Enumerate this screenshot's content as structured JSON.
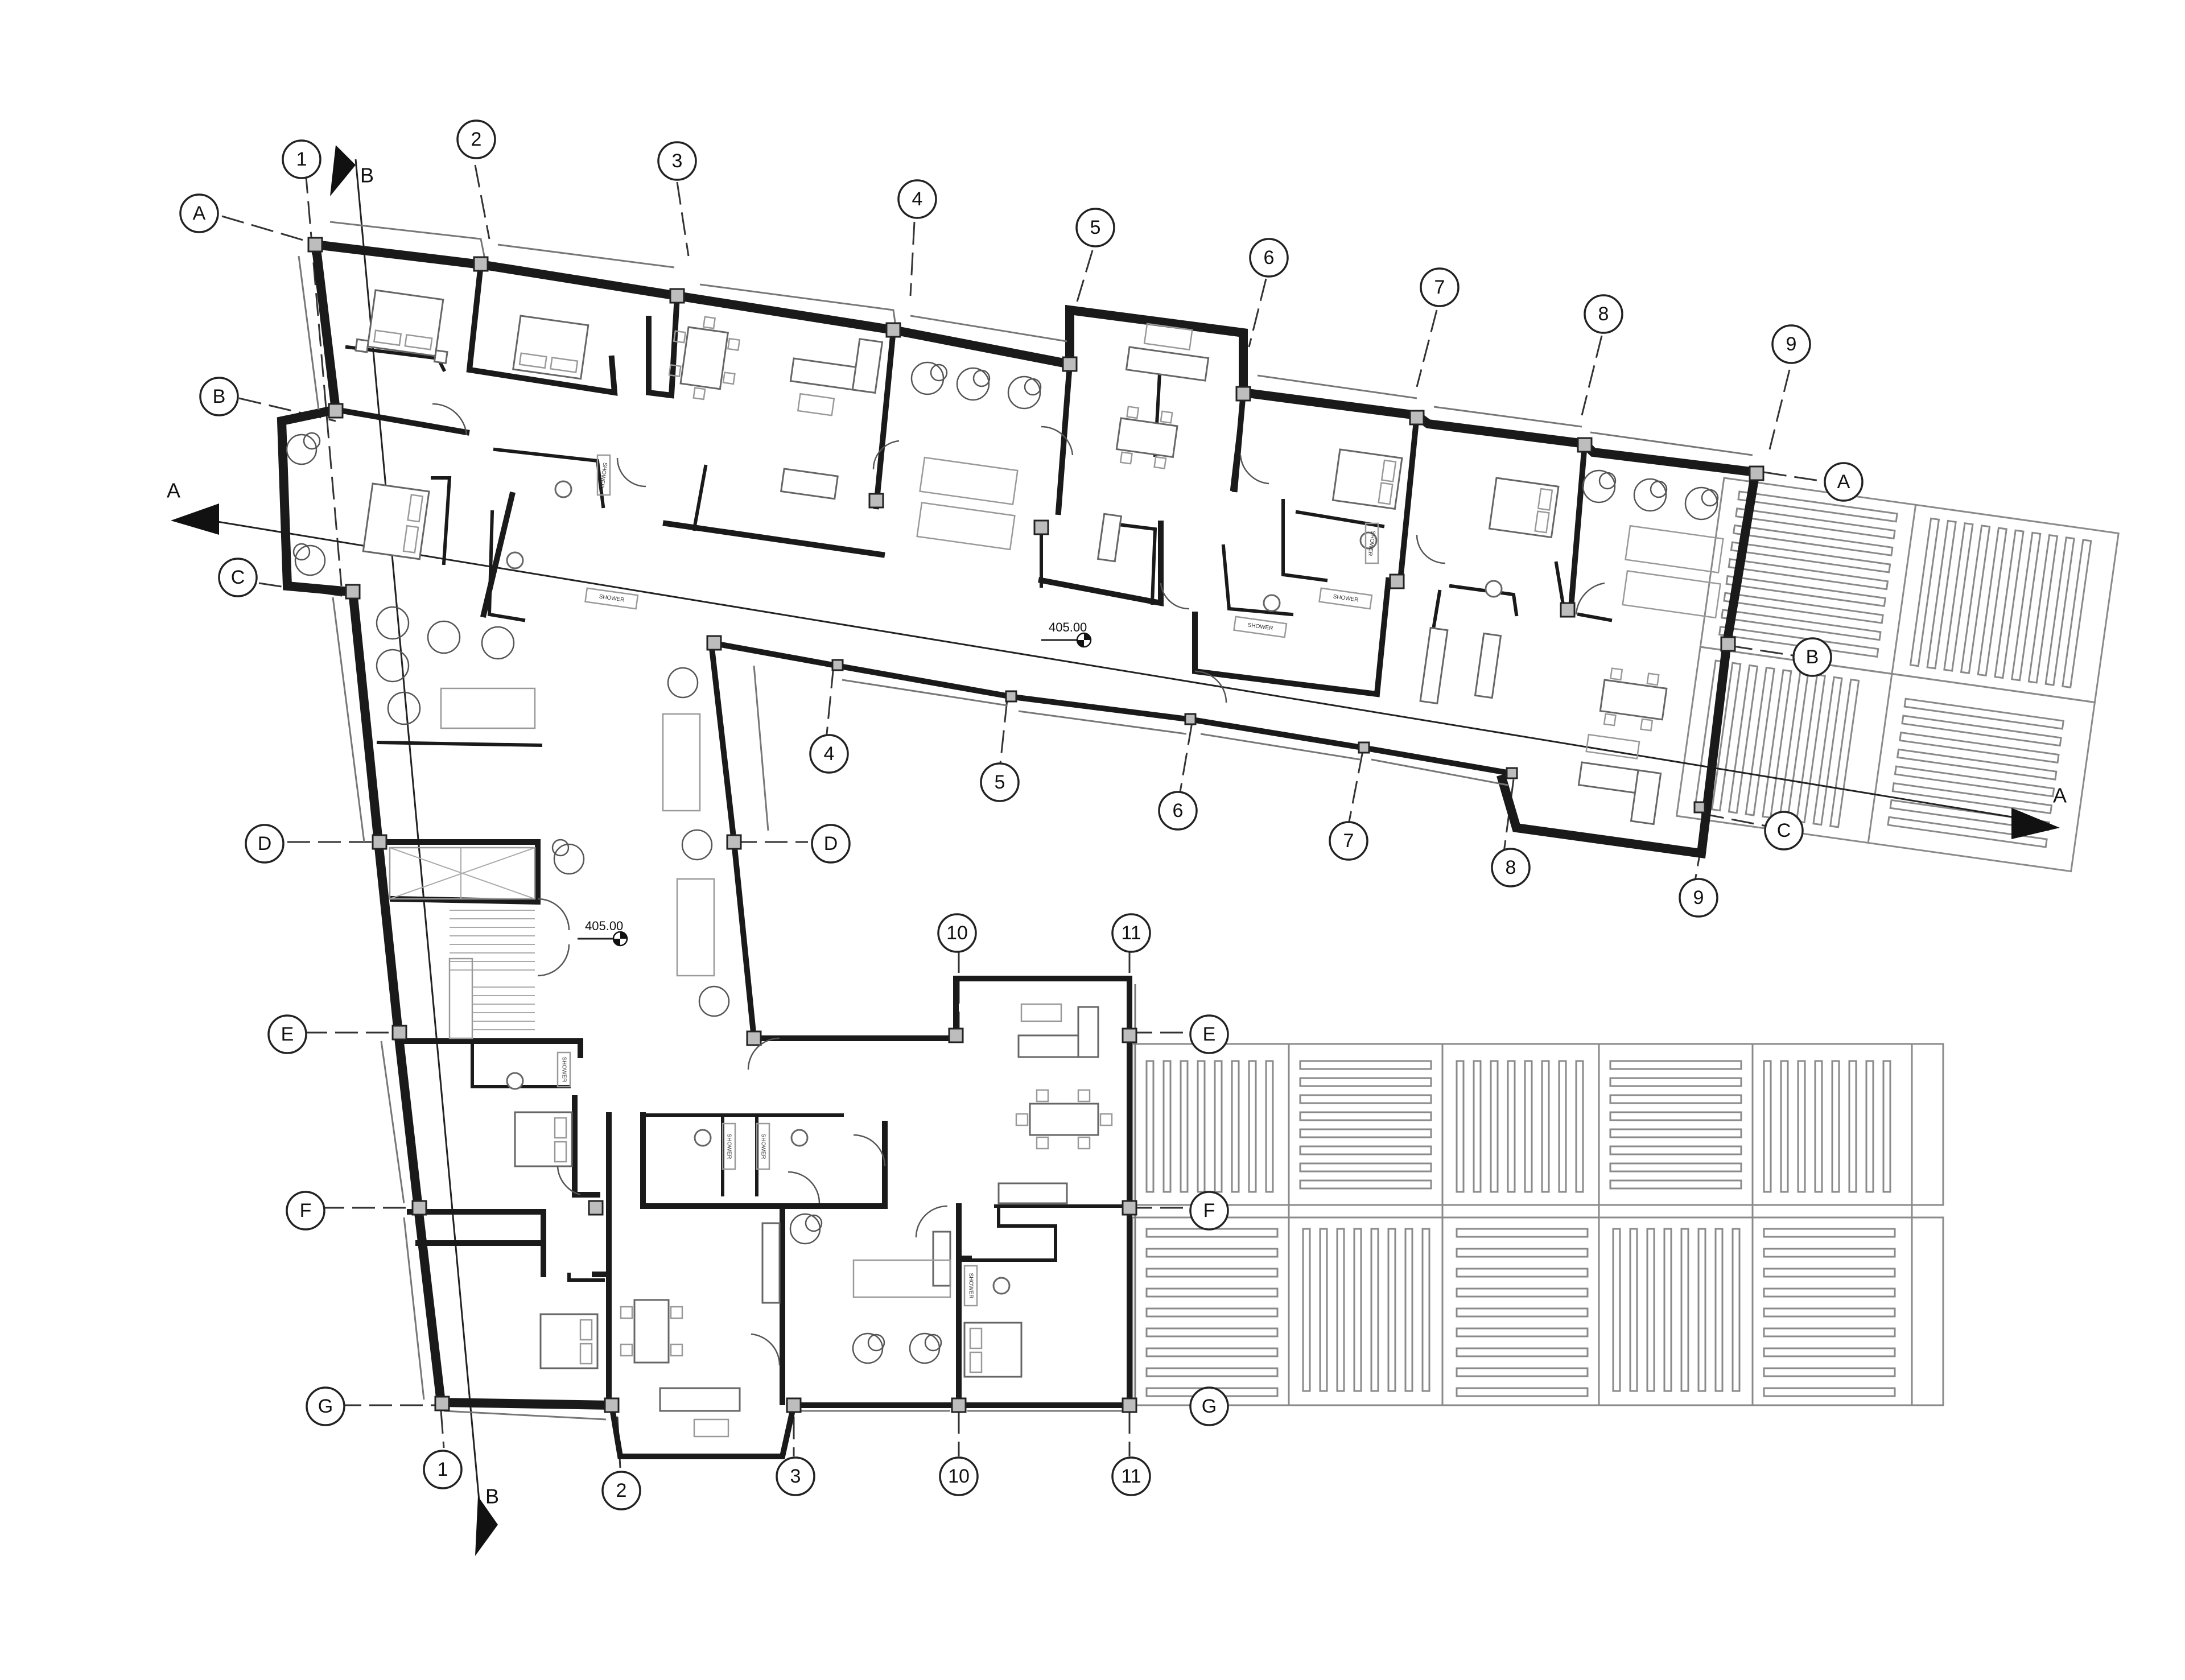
{
  "plan": {
    "elevation_marks": [
      {
        "id": "elev-north",
        "text": "405.00"
      },
      {
        "id": "elev-south",
        "text": "405.00"
      }
    ],
    "fixture_labels": {
      "shower": "SHOWER"
    },
    "section_markers": [
      {
        "id": "A-start",
        "text": "A"
      },
      {
        "id": "A-end",
        "text": "A"
      },
      {
        "id": "B-start",
        "text": "B"
      },
      {
        "id": "B-end",
        "text": "B"
      }
    ],
    "grid_bubbles_top": [
      "1",
      "2",
      "3",
      "4",
      "5",
      "6",
      "7",
      "8",
      "9"
    ],
    "grid_bubbles_letters_west": [
      "A",
      "B",
      "C",
      "D",
      "E",
      "F",
      "G"
    ],
    "grid_bubbles_letters_east": [
      "A",
      "B",
      "C",
      "D",
      "E",
      "F",
      "G"
    ],
    "grid_bubbles_inner": [
      "4",
      "5",
      "6",
      "7",
      "8",
      "9"
    ],
    "grid_bubbles_south_upper": [
      "10",
      "11"
    ],
    "grid_bubbles_bottom": [
      "1",
      "2",
      "3",
      "10",
      "11"
    ]
  },
  "colors": {
    "ink": "#1a1a1a",
    "column": "#bdbdbd",
    "deck": "#8a8a8a",
    "paper": "#ffffff"
  }
}
